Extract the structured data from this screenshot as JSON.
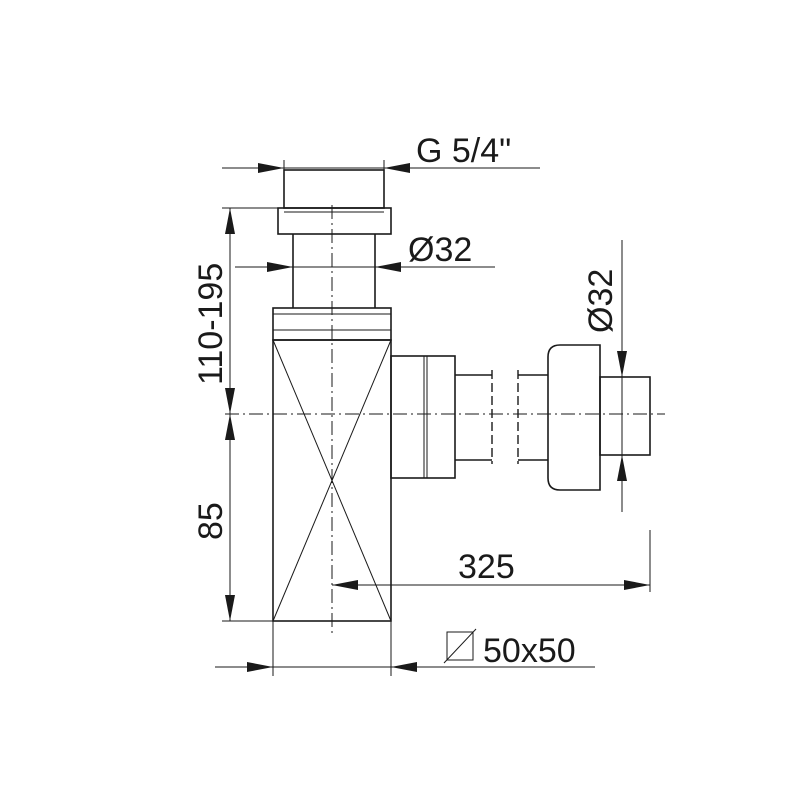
{
  "labels": {
    "thread": "G 5/4\"",
    "pipe_diameter_top": "Ø32",
    "pipe_diameter_side": "Ø32",
    "height_range": "110-195",
    "lower_height": "85",
    "outlet_distance": "325",
    "body_section": "50x50"
  },
  "colors": {
    "line": "#1a1a1a",
    "background": "#ffffff"
  }
}
